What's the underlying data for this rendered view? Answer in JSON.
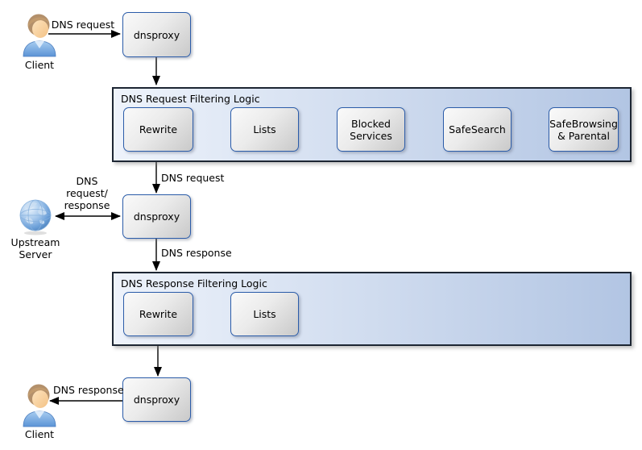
{
  "colors": {
    "node_border": "#2b5ca9",
    "node_fill_start": "#fafafa",
    "node_fill_end": "#c9c9c9",
    "group_border": "#1d2633",
    "group_fill_start": "#eef3fb",
    "group_fill_end": "#b2c5e3",
    "arrow": "#000000",
    "globe_blue": "#5b93d6",
    "shirt_blue": "#7db1e8"
  },
  "nodes": {
    "client_top": {
      "label": "Client"
    },
    "dnsproxy_top": {
      "label": "dnsproxy"
    },
    "dnsproxy_mid": {
      "label": "dnsproxy"
    },
    "dnsproxy_bottom": {
      "label": "dnsproxy"
    },
    "upstream_server": {
      "label": "Upstream\nServer"
    },
    "client_bottom": {
      "label": "Client"
    }
  },
  "groups": {
    "request": {
      "title": "DNS Request Filtering Logic",
      "steps": [
        {
          "label": "Rewrite"
        },
        {
          "label": "Lists"
        },
        {
          "label": "Blocked Services"
        },
        {
          "label": "SafeSearch"
        },
        {
          "label": "SafeBrowsing & Parental"
        }
      ]
    },
    "response": {
      "title": "DNS Response Filtering Logic",
      "steps": [
        {
          "label": "Rewrite"
        },
        {
          "label": "Lists"
        }
      ]
    }
  },
  "edge_labels": {
    "client_request": "DNS request",
    "filtered_request": "DNS request",
    "upstream_exchange": "DNS\nrequest/\nresponse",
    "proxy_response": "DNS response",
    "client_response": "DNS response"
  }
}
